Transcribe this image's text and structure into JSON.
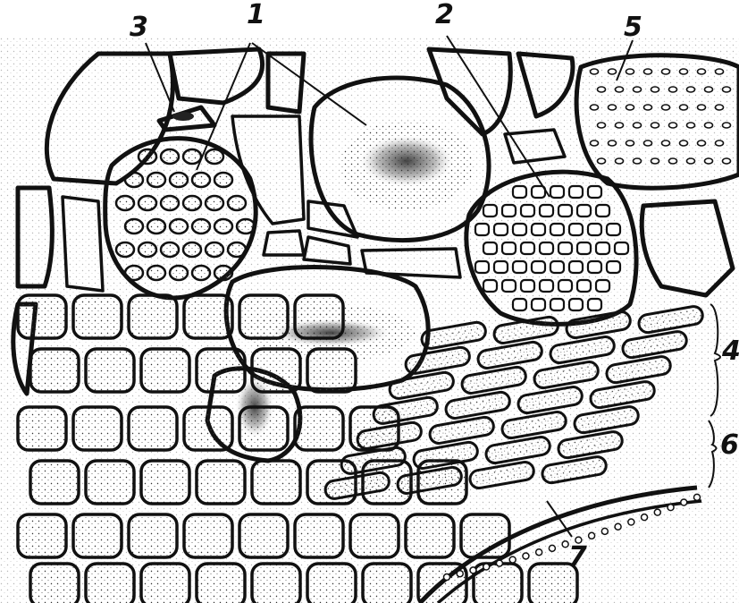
{
  "figure": {
    "labels": {
      "l1": "1",
      "l2": "2",
      "l3": "3",
      "l4": "4",
      "l5": "5",
      "l6": "6",
      "l7": "7"
    },
    "colors": {
      "ink": "#111111",
      "paper": "#ffffff",
      "stipple": "#333333"
    }
  }
}
